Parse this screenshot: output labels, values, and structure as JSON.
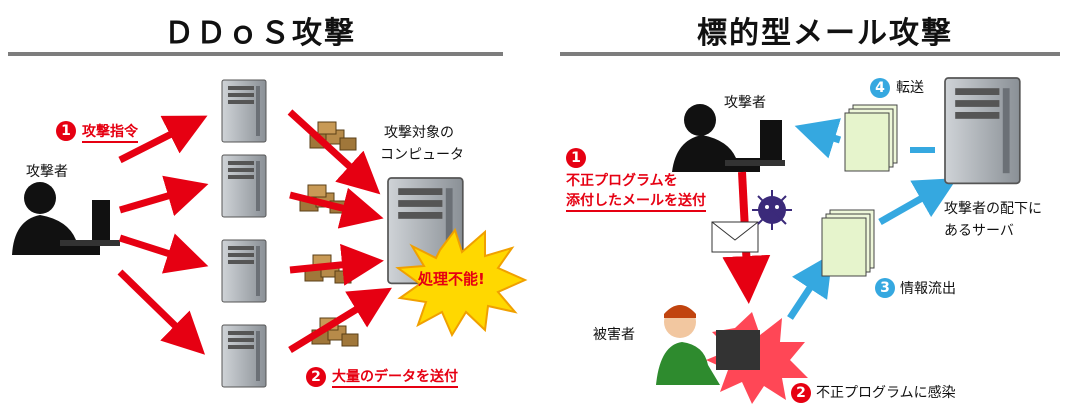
{
  "ddos": {
    "title": "ＤＤｏＳ攻撃",
    "attacker_label": "攻撃者",
    "step1_number": "1",
    "step1_label": "攻撃指令",
    "target_label_line1": "攻撃対象の",
    "target_label_line2": "コンピュータ",
    "overload_label": "処理不能!",
    "step2_number": "2",
    "step2_label": "大量のデータを送付"
  },
  "phishing": {
    "title": "標的型メール攻撃",
    "attacker_label": "攻撃者",
    "step1_number": "1",
    "step1_label_line1": "不正プログラムを",
    "step1_label_line2": "添付したメールを送付",
    "victim_label": "被害者",
    "step2_number": "2",
    "step2_label": "不正プログラムに感染",
    "step3_number": "3",
    "step3_label": "情報流出",
    "step4_number": "4",
    "step4_label": "転送",
    "server_label_line1": "攻撃者の配下に",
    "server_label_line2": "あるサーバ"
  },
  "colors": {
    "accent_red": "#e60012",
    "accent_blue": "#35a8e0",
    "server_gray": "#9aa0a6",
    "box_brown": "#a0773a",
    "burst_yellow": "#ffd800"
  }
}
